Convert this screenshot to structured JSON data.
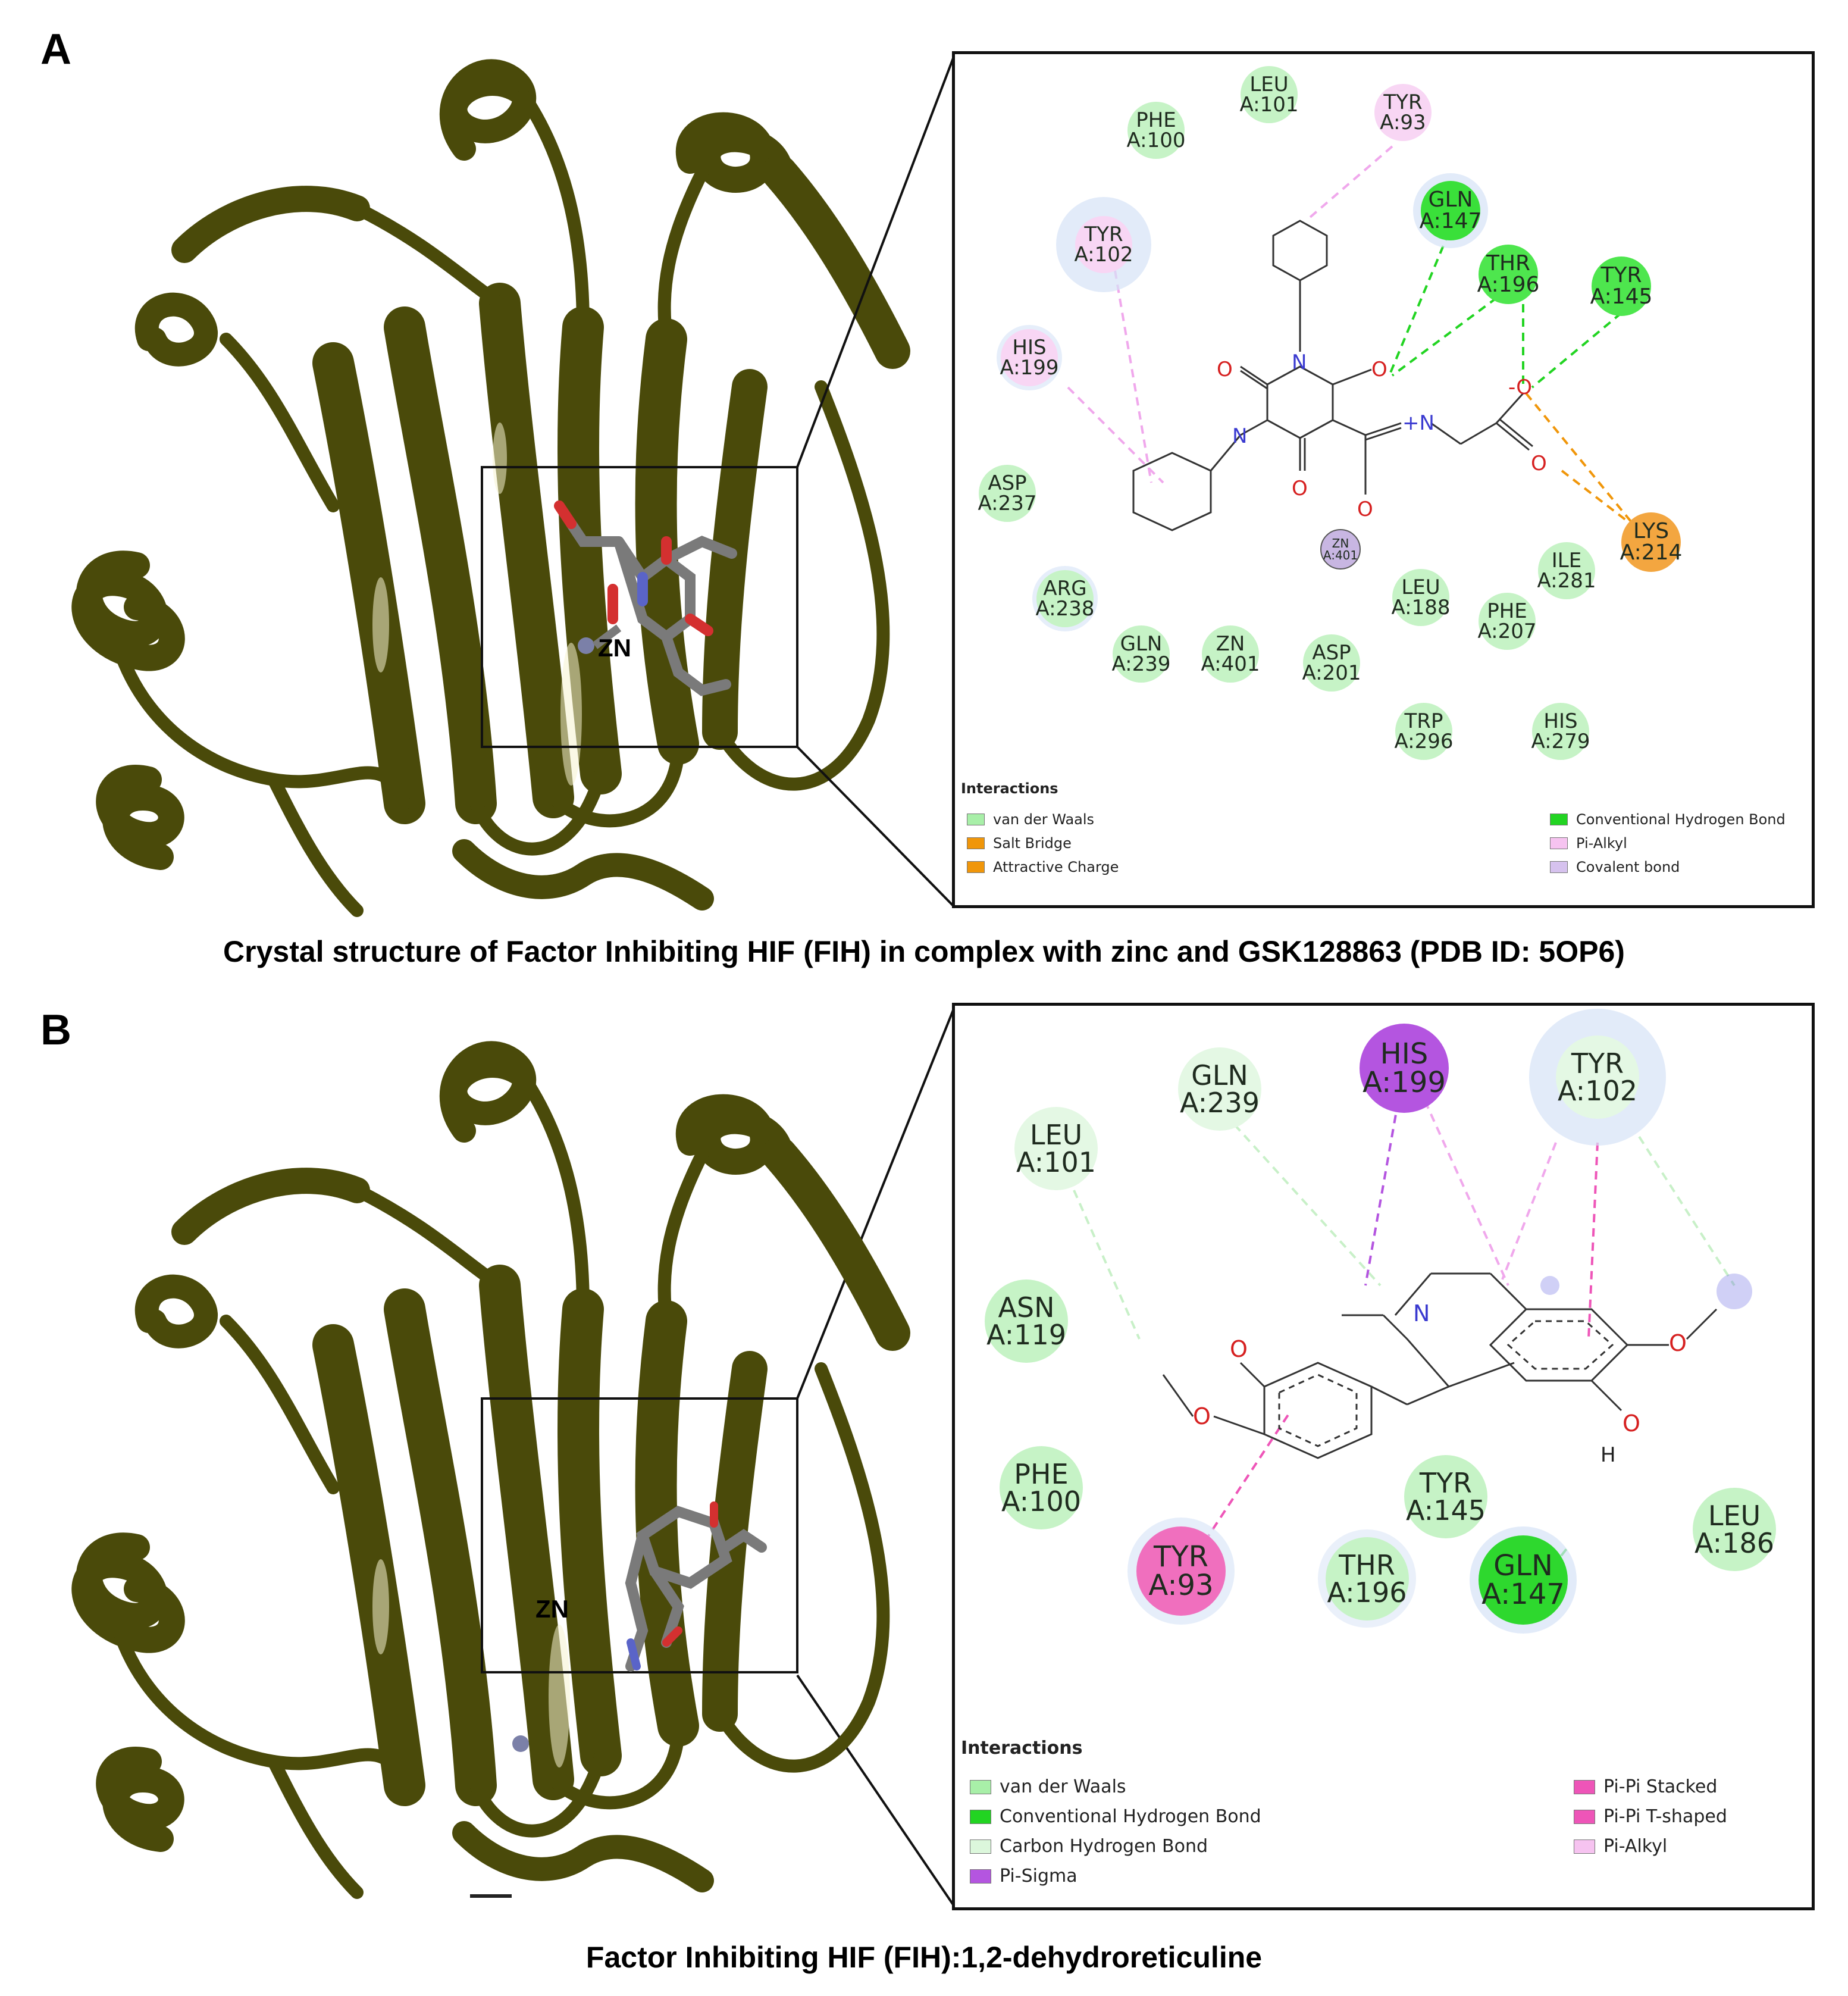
{
  "panels": {
    "a": {
      "letter": "A",
      "caption": "Crystal structure of Factor Inhibiting HIF (FIH) in complex with zinc and GSK128863 (PDB ID: 5OP6)",
      "zn_label": "ZN",
      "legend": {
        "title": "Interactions",
        "items": [
          {
            "label": "van der Waals",
            "color": "#a8efa8"
          },
          {
            "label": "Salt Bridge",
            "color": "#f0960a"
          },
          {
            "label": "Attractive Charge",
            "color": "#f0960a"
          },
          {
            "label": "Conventional Hydrogen Bond",
            "color": "#22d422"
          },
          {
            "label": "Pi-Alkyl",
            "color": "#f6c3f0"
          },
          {
            "label": "Covalent bond",
            "color": "#d6c2ee"
          }
        ]
      },
      "residues": [
        {
          "name": "LEU",
          "id": "A:101",
          "type": "vdw"
        },
        {
          "name": "TYR",
          "id": "A:93",
          "type": "pialkyl"
        },
        {
          "name": "PHE",
          "id": "A:100",
          "type": "vdw"
        },
        {
          "name": "TYR",
          "id": "A:102",
          "type": "pialkyl"
        },
        {
          "name": "GLN",
          "id": "A:147",
          "type": "hbond"
        },
        {
          "name": "THR",
          "id": "A:196",
          "type": "hbond"
        },
        {
          "name": "TYR",
          "id": "A:145",
          "type": "hbond"
        },
        {
          "name": "HIS",
          "id": "A:199",
          "type": "pialkyl"
        },
        {
          "name": "ASP",
          "id": "A:237",
          "type": "vdw"
        },
        {
          "name": "ARG",
          "id": "A:238",
          "type": "vdw"
        },
        {
          "name": "GLN",
          "id": "A:239",
          "type": "vdw"
        },
        {
          "name": "ZN",
          "id": "A:401",
          "type": "vdw"
        },
        {
          "name": "ASP",
          "id": "A:201",
          "type": "vdw"
        },
        {
          "name": "LEU",
          "id": "A:188",
          "type": "vdw"
        },
        {
          "name": "PHE",
          "id": "A:207",
          "type": "vdw"
        },
        {
          "name": "ILE",
          "id": "A:281",
          "type": "vdw"
        },
        {
          "name": "LYS",
          "id": "A:214",
          "type": "charge"
        },
        {
          "name": "TRP",
          "id": "A:296",
          "type": "vdw"
        },
        {
          "name": "HIS",
          "id": "A:279",
          "type": "vdw"
        },
        {
          "name": "ZN",
          "id": "A:401",
          "type": "covalent"
        }
      ],
      "atoms": {
        "O": "O",
        "N": "N",
        "N_plus": "+N",
        "O_minus": "-O"
      }
    },
    "b": {
      "letter": "B",
      "caption": "Factor Inhibiting HIF (FIH):1,2-dehydroreticuline",
      "zn_label": "ZN",
      "legend": {
        "title": "Interactions",
        "items": [
          {
            "label": "van der Waals",
            "color": "#a8efa8"
          },
          {
            "label": "Conventional Hydrogen Bond",
            "color": "#22d422"
          },
          {
            "label": "Carbon Hydrogen Bond",
            "color": "#dcf7dc"
          },
          {
            "label": "Pi-Sigma",
            "color": "#b455e0"
          },
          {
            "label": "Pi-Pi Stacked",
            "color": "#ee55b8"
          },
          {
            "label": "Pi-Pi T-shaped",
            "color": "#ee55b8"
          },
          {
            "label": "Pi-Alkyl",
            "color": "#f6c3f0"
          }
        ]
      },
      "residues": [
        {
          "name": "GLN",
          "id": "A:239",
          "type": "chbond"
        },
        {
          "name": "HIS",
          "id": "A:199",
          "type": "pisigma"
        },
        {
          "name": "TYR",
          "id": "A:102",
          "type": "chbond"
        },
        {
          "name": "LEU",
          "id": "A:101",
          "type": "chbond"
        },
        {
          "name": "ASN",
          "id": "A:119",
          "type": "vdw"
        },
        {
          "name": "PHE",
          "id": "A:100",
          "type": "vdw"
        },
        {
          "name": "TYR",
          "id": "A:93",
          "type": "pistack"
        },
        {
          "name": "TYR",
          "id": "A:145",
          "type": "vdw"
        },
        {
          "name": "THR",
          "id": "A:196",
          "type": "vdw"
        },
        {
          "name": "GLN",
          "id": "A:147",
          "type": "hbond"
        },
        {
          "name": "LEU",
          "id": "A:186",
          "type": "vdw"
        }
      ],
      "atoms": {
        "O": "O",
        "N": "N",
        "H": "H"
      }
    }
  }
}
